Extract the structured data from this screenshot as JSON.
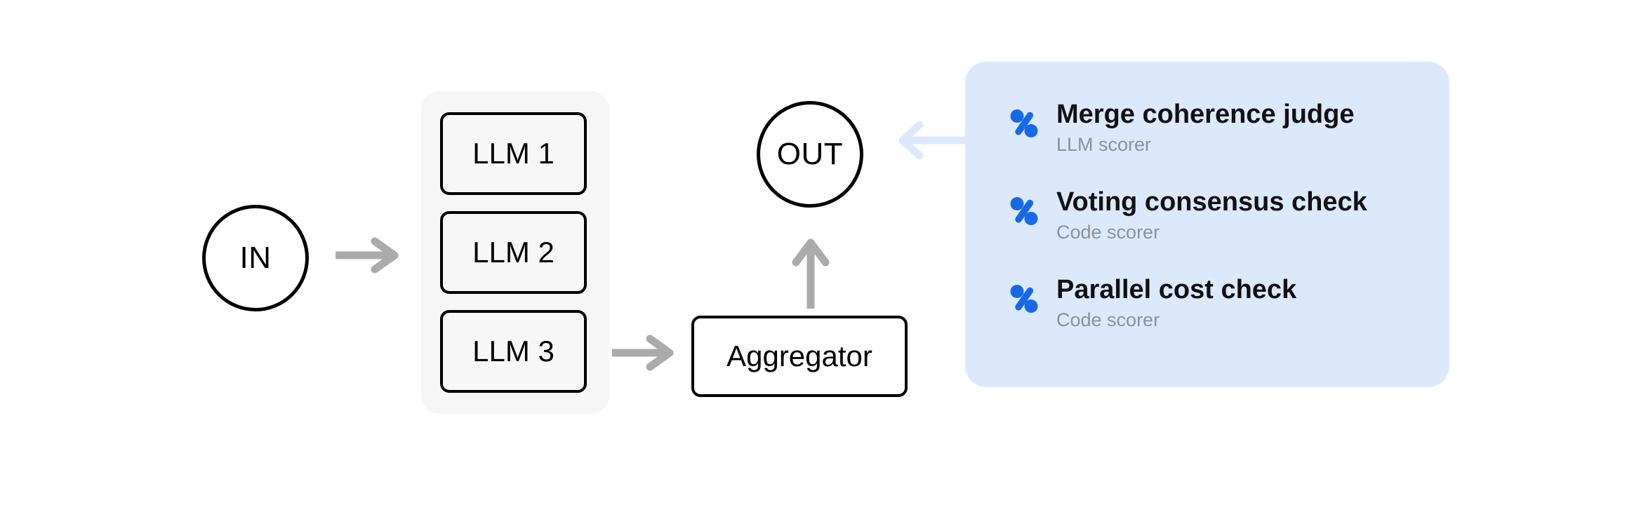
{
  "diagram": {
    "nodes": {
      "input": {
        "label": "IN",
        "shape": "circle"
      },
      "output": {
        "label": "OUT",
        "shape": "circle"
      },
      "aggregator": {
        "label": "Aggregator",
        "shape": "rounded-rect"
      }
    },
    "parallel_group": {
      "boxes": [
        {
          "label": "LLM 1"
        },
        {
          "label": "LLM 2"
        },
        {
          "label": "LLM 3"
        }
      ]
    },
    "edges": [
      {
        "name": "in-to-llm-group",
        "from": "IN",
        "to": "LLM group",
        "style": "gray-arrow",
        "direction": "right"
      },
      {
        "name": "llm3-to-aggregator",
        "from": "LLM 3",
        "to": "Aggregator",
        "style": "gray-arrow",
        "direction": "right"
      },
      {
        "name": "aggregator-to-out",
        "from": "Aggregator",
        "to": "OUT",
        "style": "gray-arrow",
        "direction": "up"
      },
      {
        "name": "scorers-to-out",
        "from": "Scorer panel",
        "to": "OUT",
        "style": "light-blue-arrow",
        "direction": "left"
      }
    ]
  },
  "scorer_panel": {
    "items": [
      {
        "icon": "percent-icon",
        "title": "Merge coherence judge",
        "subtitle": "LLM scorer"
      },
      {
        "icon": "percent-icon",
        "title": "Voting consensus check",
        "subtitle": "Code scorer"
      },
      {
        "icon": "percent-icon",
        "title": "Parallel cost check",
        "subtitle": "Code scorer"
      }
    ]
  },
  "colors": {
    "panel_background": "#dce9fd",
    "group_background": "#f6f6f6",
    "icon_blue": "#1769e8",
    "arrow_gray": "#ababab",
    "arrow_light_blue": "#dce9fd",
    "node_stroke": "#000000",
    "subtitle_gray": "#8b9199"
  }
}
